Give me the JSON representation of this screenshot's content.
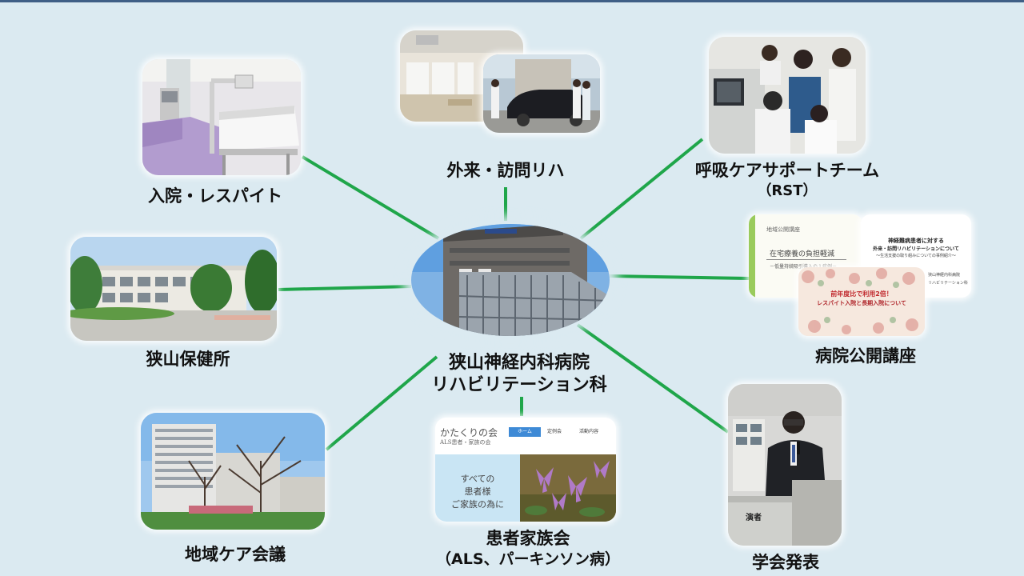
{
  "center": {
    "line1": "狭山神経内科病院",
    "line2": "リハビリテーション科"
  },
  "nodes": {
    "inpatient": "入院・レスパイト",
    "outpatient": "外来・訪問リハ",
    "rst_line1": "呼吸ケアサポートチーム",
    "rst_line2": "（RST）",
    "health_center": "狭山保健所",
    "lecture": "病院公開講座",
    "community": "地域ケア会議",
    "family_line1": "患者家族会",
    "family_line2": "（ALS、パーキンソン病）",
    "conference": "学会発表"
  },
  "slides": {
    "slide1_header": "地域公開講座",
    "slide1_title": "在宅療養の負担軽減",
    "slide1_sub": "－低量持続吸引導入の１症例－",
    "slide2_title1": "神経難病患者に対する",
    "slide2_title2": "外来・訪問リハビリテーションについて",
    "slide2_sub": "～生活支援の取り組みについての事例紹介～",
    "slide2_org1": "狭山神経内科病院",
    "slide2_org2": "リハビリテーション科",
    "slide3_line1": "前年度比で利用2倍！",
    "slide3_line2": "レスパイト入院と長期入院について"
  },
  "website": {
    "title": "かたくりの会",
    "subtitle": "ALS患者・家族の会",
    "nav": [
      "ホーム",
      "定例会",
      "活動内容"
    ],
    "message_lines": [
      "すべての",
      "患者様",
      "ご家族の為に"
    ]
  },
  "podium_text": "演者",
  "colors": {
    "background": "#dbeaf1",
    "connector": "#1fa64a",
    "top_bar": "#3f5f86"
  }
}
